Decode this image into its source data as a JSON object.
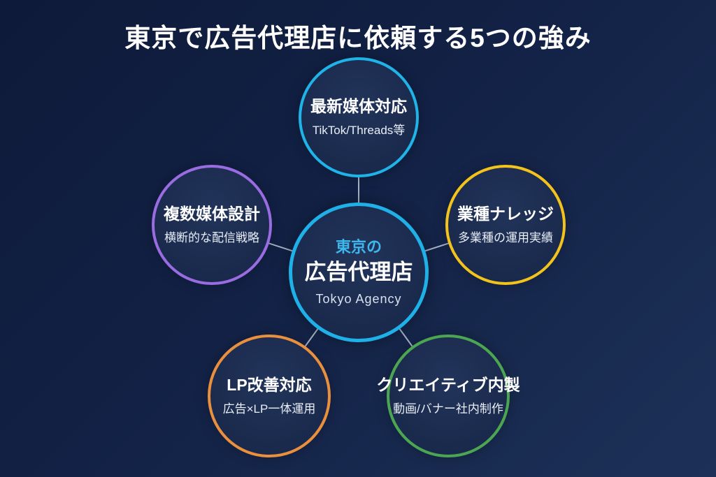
{
  "title": "東京で広告代理店に依頼する5つの強み",
  "colors": {
    "background_start": "#0e1a39",
    "background_end": "#1d3158",
    "connector": "#a9b4c8",
    "center_border": "#1fb0e8",
    "center_accent_text": "#3db7ec"
  },
  "center": {
    "line1": "東京の",
    "line2": "広告代理店",
    "line3": "Tokyo Agency"
  },
  "nodes": [
    {
      "id": "top",
      "heading": "最新媒体対応",
      "sub": "TikTok/Threads等",
      "color": "#1fb4e8"
    },
    {
      "id": "right",
      "heading": "業種ナレッジ",
      "sub": "多業種の運用実績",
      "color": "#f2c31c"
    },
    {
      "id": "left",
      "heading": "複数媒体設計",
      "sub": "横断的な配信戦略",
      "color": "#9a6ce2"
    },
    {
      "id": "bottom-left",
      "heading": "LP改善対応",
      "sub": "広告×LP一体運用",
      "color": "#e98f3e"
    },
    {
      "id": "bottom-right",
      "heading": "クリエイティブ内製",
      "sub": "動画/バナー社内制作",
      "color": "#4ca551"
    }
  ]
}
